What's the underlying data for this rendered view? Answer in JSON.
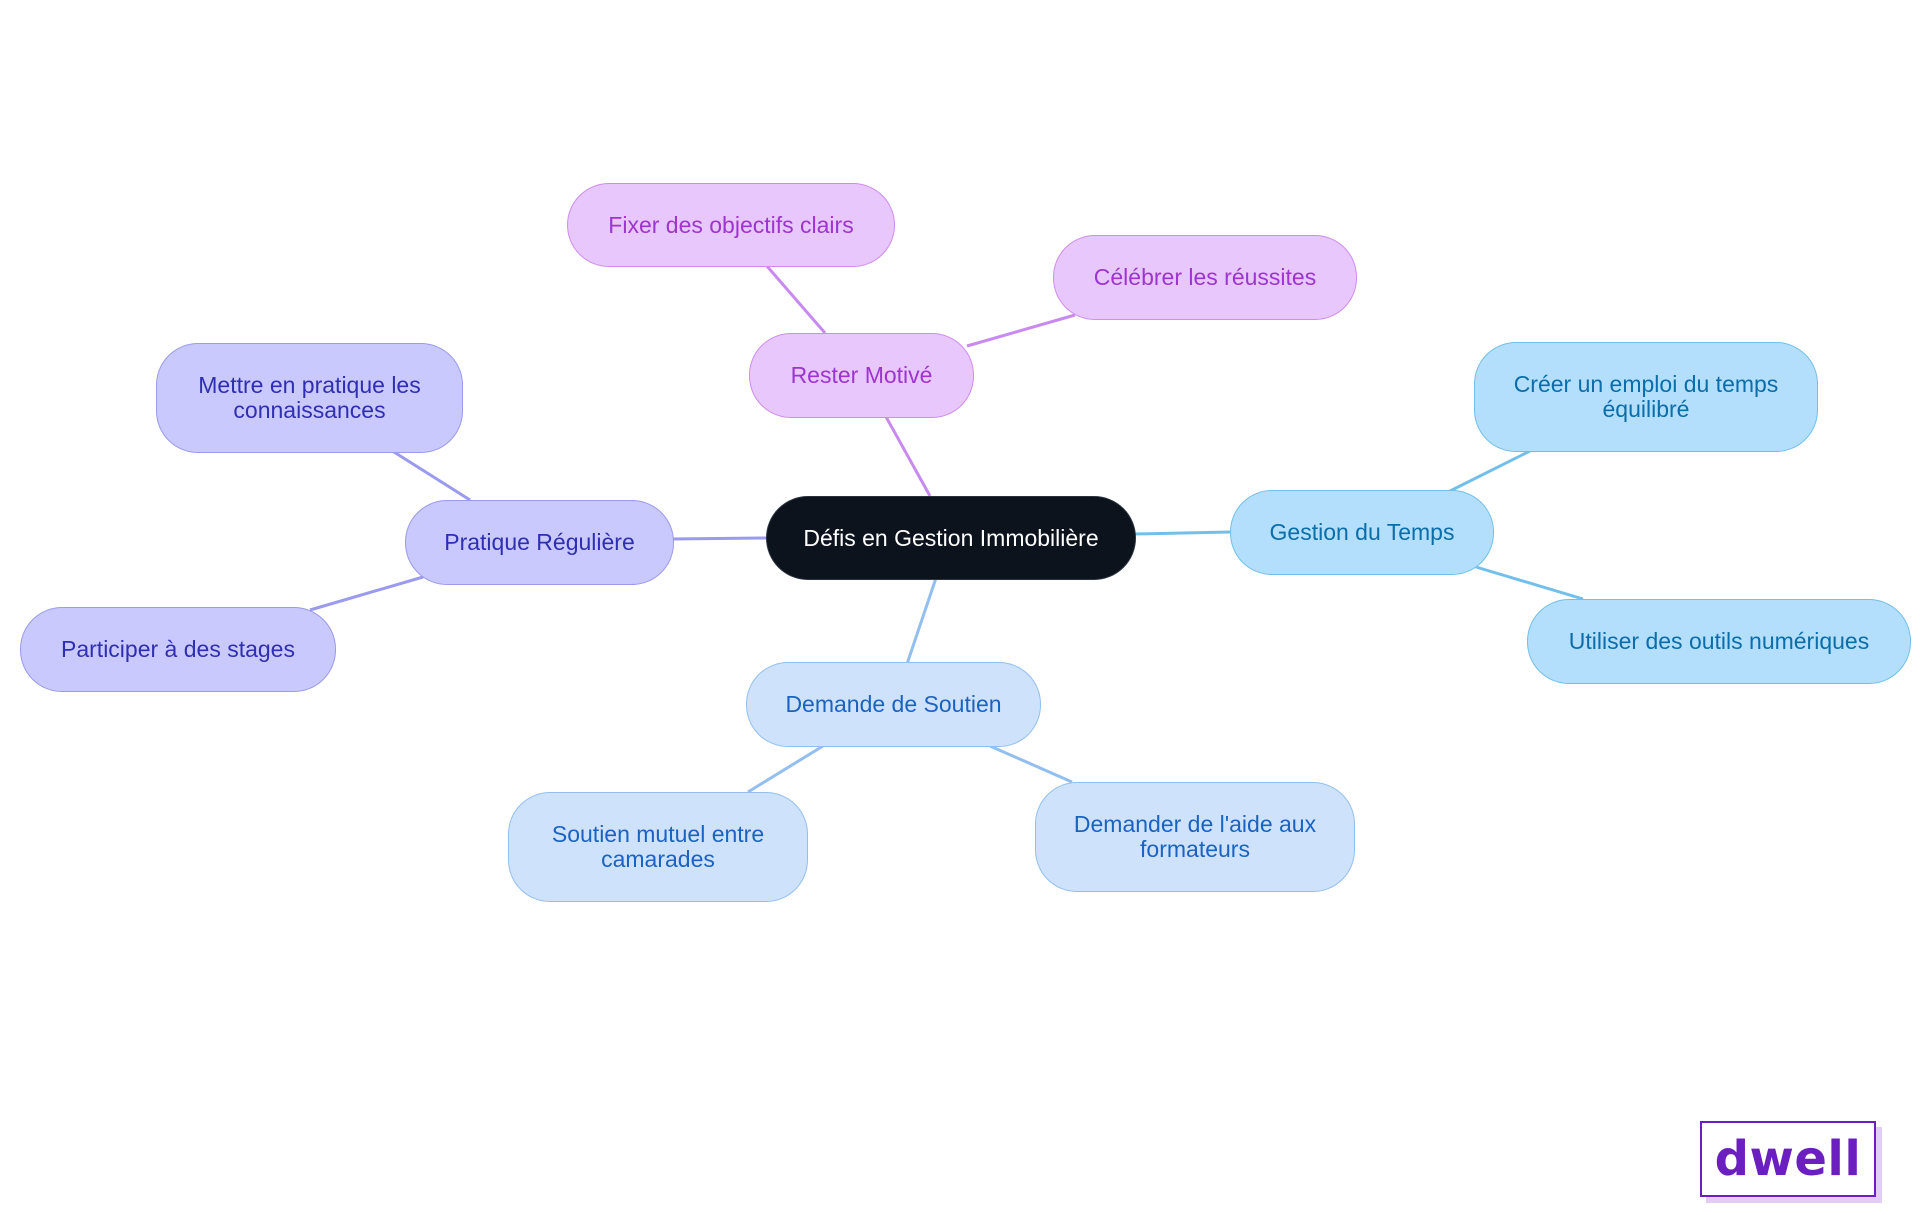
{
  "mindmap": {
    "center": {
      "label": "Défis en Gestion Immobilière"
    },
    "branches": [
      {
        "label": "Rester Motivé",
        "color": "#e8c7fd",
        "children": [
          {
            "label": "Fixer des objectifs clairs"
          },
          {
            "label": "Célébrer les réussites"
          }
        ]
      },
      {
        "label": "Pratique Régulière",
        "color": "#c9c9fd",
        "children": [
          {
            "label": "Mettre en pratique les connaissances"
          },
          {
            "label": "Participer à des stages"
          }
        ]
      },
      {
        "label": "Gestion du Temps",
        "color": "#b3dffd",
        "children": [
          {
            "label": "Créer un emploi du temps équilibré"
          },
          {
            "label": "Utiliser des outils numériques"
          }
        ]
      },
      {
        "label": "Demande de Soutien",
        "color": "#cfe2fb",
        "children": [
          {
            "label": "Soutien mutuel entre camarades"
          },
          {
            "label": "Demander de l'aide aux formateurs"
          }
        ]
      }
    ]
  },
  "logo": {
    "text": "dwell",
    "color": "#6b1fc0"
  }
}
